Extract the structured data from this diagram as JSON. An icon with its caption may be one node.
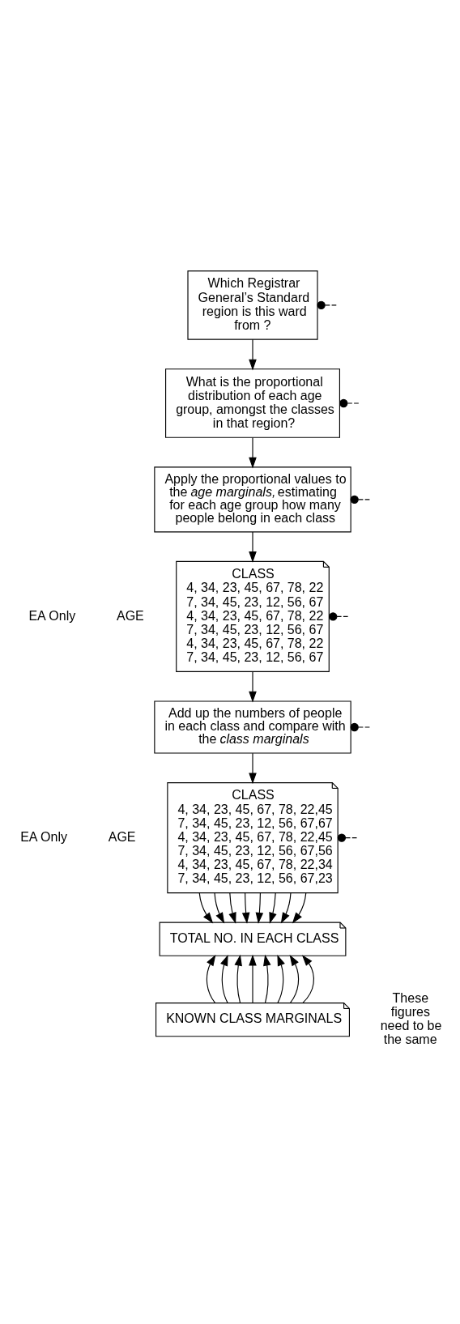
{
  "diagram": {
    "nodes": [
      {
        "text": [
          "Which Registrar General’s Standard region is this ward from ?"
        ]
      },
      {
        "text": [
          "What is the proportional distribution of each age group, amongst the classes in that region?"
        ]
      },
      {
        "text": [
          "Apply the proportional values to the *age marginals,* estimating for each age group how many people belong in each class"
        ]
      },
      {
        "text": [
          "CLASS",
          "4, 34, 23, 45, 67, 78, 22",
          "7, 34, 45, 23, 12, 56, 67",
          "4, 34, 23, 45, 67, 78, 22",
          "7, 34, 45, 23, 12, 56, 67",
          "4, 34, 23, 45, 67, 78, 22",
          "7, 34, 45, 23, 12, 56, 67"
        ],
        "beside": [
          "EA Only",
          "AGE"
        ]
      },
      {
        "text": [
          "Add up the numbers of people in each class and compare with the *class marginals*"
        ]
      },
      {
        "text": [
          "CLASS",
          "4, 34, 23, 45, 67, 78, 22,45",
          "7, 34, 45, 23, 12, 56, 67,67",
          "4, 34, 23, 45, 67, 78, 22,45",
          "7, 34, 45, 23, 12, 56, 67,56",
          "4, 34, 23, 45, 67, 78, 22,34",
          "7, 34, 45, 23, 12, 56, 67,23"
        ],
        "beside": [
          "EA Only",
          "AGE"
        ]
      },
      {
        "text": [
          "TOTAL NO. IN EACH CLASS"
        ]
      },
      {
        "text": [
          "KNOWN CLASS MARGINALS"
        ]
      }
    ],
    "edges": [
      {
        "from": 0,
        "to": 1,
        "arrow": "to"
      },
      {
        "from": 1,
        "to": 2,
        "arrow": "to"
      },
      {
        "from": 2,
        "to": 3,
        "arrow": "to"
      },
      {
        "from": 3,
        "to": 4,
        "arrow": "to"
      },
      {
        "from": 4,
        "to": 5,
        "arrow": "to"
      },
      {
        "from": 5,
        "to": 6,
        "arrow": "to"
      },
      {
        "from": 5,
        "to": 6,
        "arrow": "to"
      },
      {
        "from": 5,
        "to": 6,
        "arrow": "to"
      },
      {
        "from": 5,
        "to": 6,
        "arrow": "to"
      },
      {
        "from": 5,
        "to": 6,
        "arrow": "to"
      },
      {
        "from": 5,
        "to": 6,
        "arrow": "to"
      },
      {
        "from": 5,
        "to": 6,
        "arrow": "to"
      },
      {
        "from": 5,
        "to": 6,
        "arrow": "to"
      },
      {
        "from": 7,
        "to": 6,
        "arrow": "to"
      },
      {
        "from": 7,
        "to": 6,
        "arrow": "to"
      },
      {
        "from": 7,
        "to": 6,
        "arrow": "to"
      },
      {
        "from": 7,
        "to": 6,
        "arrow": "to"
      },
      {
        "from": 7,
        "to": 6,
        "arrow": "to"
      },
      {
        "from": 7,
        "to": 6,
        "arrow": "to"
      },
      {
        "from": 7,
        "to": 6,
        "arrow": "to"
      },
      {
        "from": 7,
        "to": 6,
        "arrow": "to"
      },
      {
        "from": 0,
        "to": null,
        "arrow": "other",
        "style": "dashed"
      },
      {
        "from": 1,
        "to": null,
        "arrow": "other",
        "style": "dashed"
      },
      {
        "from": 2,
        "to": null,
        "arrow": "other",
        "style": "dashed"
      },
      {
        "from": 3,
        "to": null,
        "arrow": "other",
        "style": "dashed"
      },
      {
        "from": 4,
        "to": null,
        "arrow": "other",
        "style": "dashed"
      },
      {
        "from": 5,
        "to": null,
        "arrow": "other",
        "style": "dashed"
      }
    ],
    "labels": [
      "These figures need to be the same"
    ]
  }
}
